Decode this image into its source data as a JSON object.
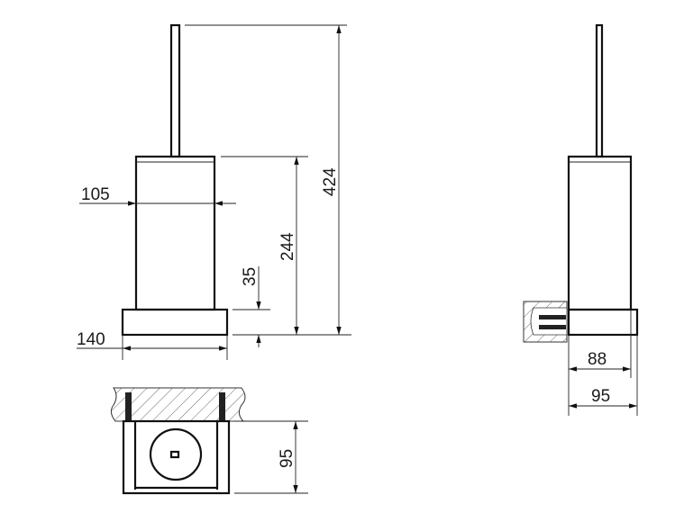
{
  "drawing": {
    "title": "Toilet brush holder technical drawing",
    "front_view": {
      "dims": {
        "body_diameter": "105",
        "base_width": "140",
        "body_height": "244",
        "base_height": "35",
        "total_height": "424"
      }
    },
    "top_view": {
      "dims": {
        "depth": "95"
      }
    },
    "side_view": {
      "dims": {
        "body_depth": "88",
        "base_depth": "95"
      }
    },
    "colors": {
      "line": "#111111",
      "background": "#ffffff"
    }
  }
}
